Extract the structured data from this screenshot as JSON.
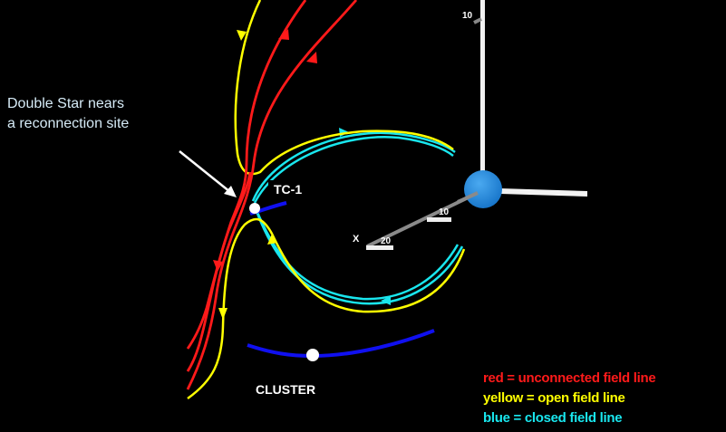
{
  "annotation": {
    "line1": "Double Star nears",
    "line2": "a reconnection site"
  },
  "satellites": {
    "tc1": "TC-1",
    "cluster": "CLUSTER"
  },
  "axes": {
    "x_label": "X",
    "tick_10": "10",
    "tick_20": "20",
    "z_tick_10": "10"
  },
  "legend": [
    {
      "text": "red = unconnected field line",
      "color": "#ff1a1a"
    },
    {
      "text": "yellow = open field line",
      "color": "#ffff00"
    },
    {
      "text": "blue = closed field line",
      "color": "#19e6ee"
    }
  ],
  "colors": {
    "earth": "#1e8fe0",
    "orbit": "#1010f0",
    "red": "#ff1a1a",
    "yellow": "#ffff00",
    "cyan": "#19e6ee"
  }
}
